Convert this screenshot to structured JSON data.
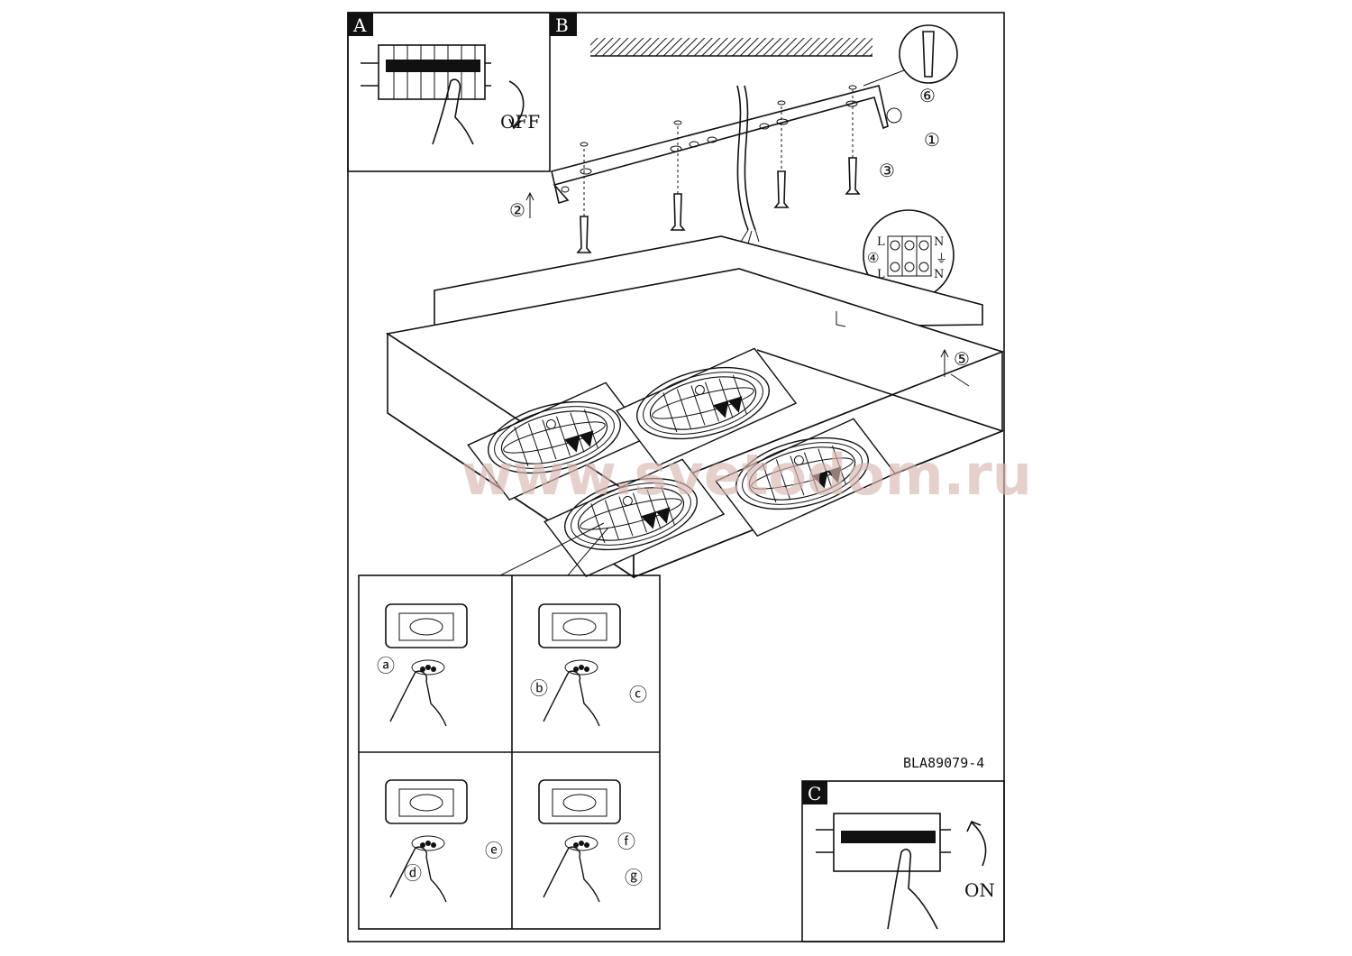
{
  "panels": {
    "a": "A",
    "b": "B",
    "c": "C"
  },
  "switch_off": "OFF",
  "switch_on": "ON",
  "model_code": "BLA89079-4",
  "steps": {
    "s1": "①",
    "s2": "②",
    "s3": "③",
    "s4": "④",
    "s5": "⑤",
    "s6": "⑥"
  },
  "terminal": {
    "live_top": "L",
    "live_bottom": "L",
    "neutral_top": "N",
    "neutral_bottom": "N",
    "earth": "⏚"
  },
  "bulb_steps": {
    "a": "ⓐ",
    "b": "ⓑ",
    "c": "ⓒ",
    "d": "ⓓ",
    "e": "ⓔ",
    "f": "ⓕ",
    "g": "ⓖ"
  },
  "watermark": "www.svetodom.ru"
}
